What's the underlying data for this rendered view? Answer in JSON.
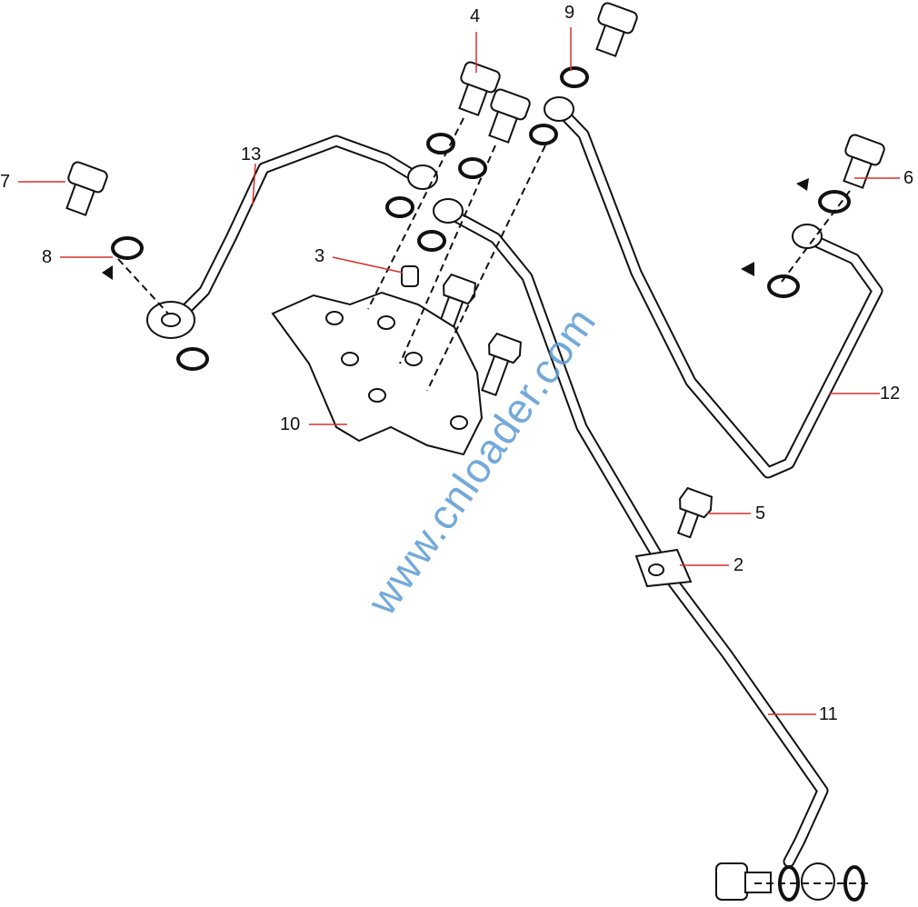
{
  "diagram": {
    "callouts": [
      "2",
      "3",
      "4",
      "5",
      "6",
      "7",
      "8",
      "9",
      "10",
      "11",
      "12",
      "13"
    ],
    "watermark": "www.cnloader.com",
    "leader_color": "#d9302c",
    "watermark_color": "#5b9bd5"
  }
}
